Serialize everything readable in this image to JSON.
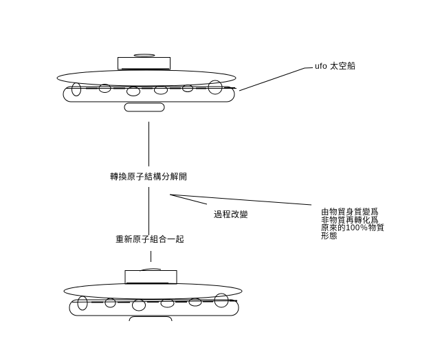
{
  "canvas": {
    "background_color": "#ffffff",
    "ink_color": "#000000"
  },
  "labels": {
    "ufo": "ufo 太空船",
    "step_decompose": "轉換原子結構分解開",
    "process_change": "過程改變",
    "step_recompose": "重新原子組合一起"
  },
  "note": {
    "line1": "由物貿身質變爲",
    "line2": "非物質再轉化爲",
    "line3": "原來的100％物質",
    "line4": "形態"
  }
}
